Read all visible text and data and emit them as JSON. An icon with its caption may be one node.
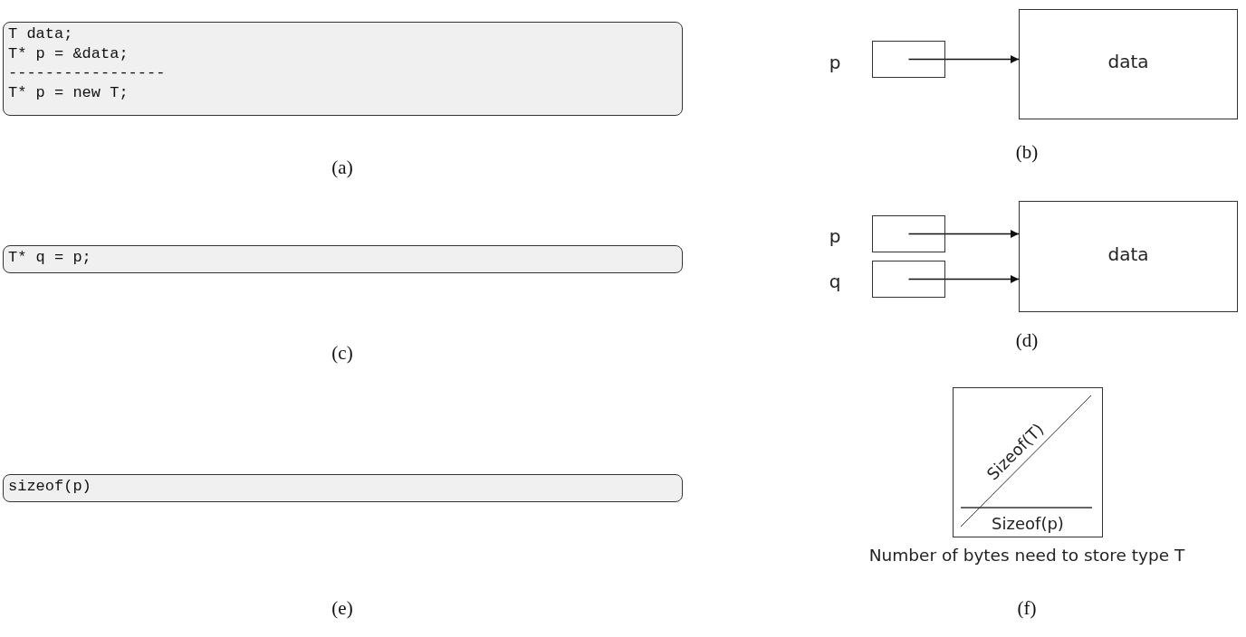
{
  "diagram": {
    "nodes": [
      {
        "text": [
          "T data;",
          "T* p = &data;",
          "-----------------",
          "T* p = new T;"
        ]
      },
      {
        "text": [],
        "shape": "box",
        "beside": [
          "p"
        ]
      },
      {
        "text": [
          "data"
        ]
      },
      {
        "text": [
          "T* q = p;"
        ]
      },
      {
        "text": [],
        "shape": "box",
        "beside": [
          "p"
        ]
      },
      {
        "text": [],
        "shape": "box",
        "beside": [
          "q"
        ]
      },
      {
        "text": [
          "data"
        ]
      },
      {
        "text": [
          "sizeof(p)"
        ]
      },
      {
        "text": [
          "Sizeof(T)",
          "Sizeof(p)"
        ],
        "beside": [
          "Number of bytes need to store type T"
        ]
      }
    ],
    "edges": [
      {
        "from": 1,
        "to": 2,
        "arrow": "to"
      },
      {
        "from": 4,
        "to": 6,
        "arrow": "to"
      },
      {
        "from": 5,
        "to": 6,
        "arrow": "to"
      }
    ],
    "labels": [
      "(a)",
      "(b)",
      "(c)",
      "(d)",
      "(e)",
      "(f)"
    ]
  }
}
